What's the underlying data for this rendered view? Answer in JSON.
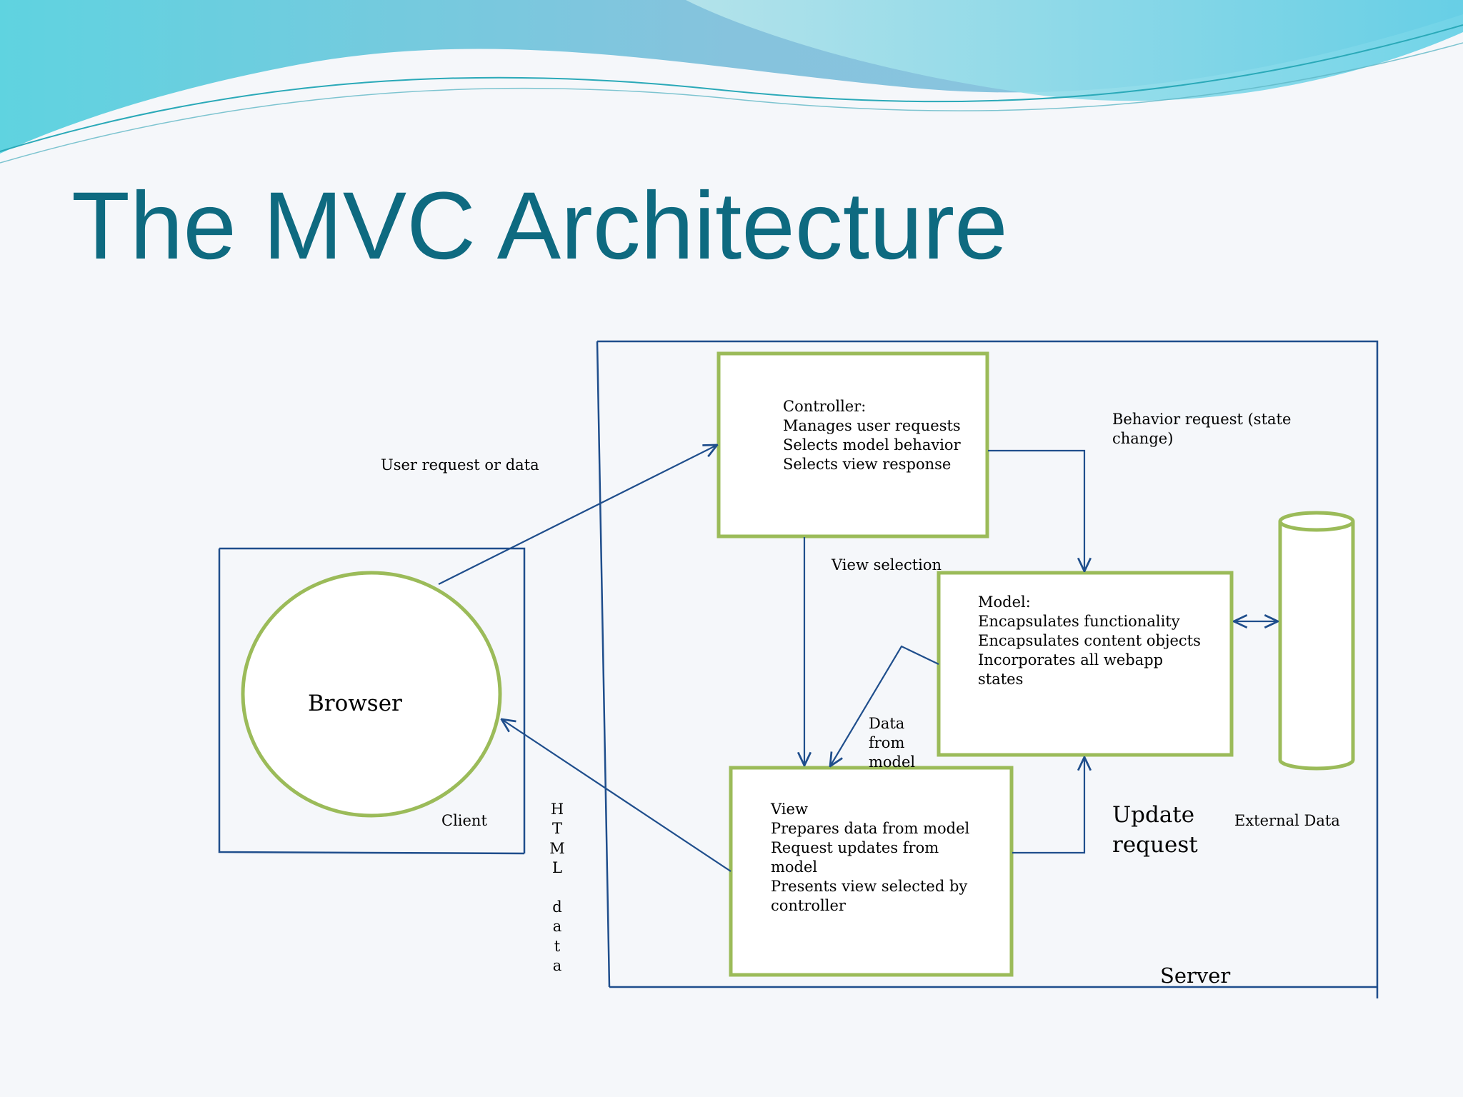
{
  "slide": {
    "title": "The MVC Architecture"
  },
  "diagram": {
    "controller": {
      "lines": [
        "Controller:",
        "Manages user requests",
        "Selects model behavior",
        "Selects view response"
      ]
    },
    "model": {
      "lines": [
        "Model:",
        "Encapsulates functionality",
        "Encapsulates content objects",
        "Incorporates all webapp",
        "states"
      ]
    },
    "view": {
      "lines": [
        "View",
        "Prepares data from model",
        "Request updates from",
        "model",
        "Presents view selected by",
        "controller"
      ]
    },
    "browser": {
      "label": "Browser"
    },
    "client_label": "Client",
    "server_label": "Server",
    "external_data_label": "External Data",
    "edges": {
      "user_request": "User request or data",
      "behavior_request": [
        "Behavior request (state",
        "change)"
      ],
      "view_selection": "View selection",
      "data_from_model": [
        "Data",
        "from",
        "model"
      ],
      "update_request": [
        "Update",
        "request"
      ],
      "html_data": [
        "H",
        "T",
        "M",
        "L",
        "",
        "d",
        "a",
        "t",
        "a"
      ]
    }
  },
  "colors": {
    "title": "#0e6a80",
    "box_border": "#9bbb59",
    "line": "#1f4e8c",
    "background": "#f5f7fa"
  }
}
